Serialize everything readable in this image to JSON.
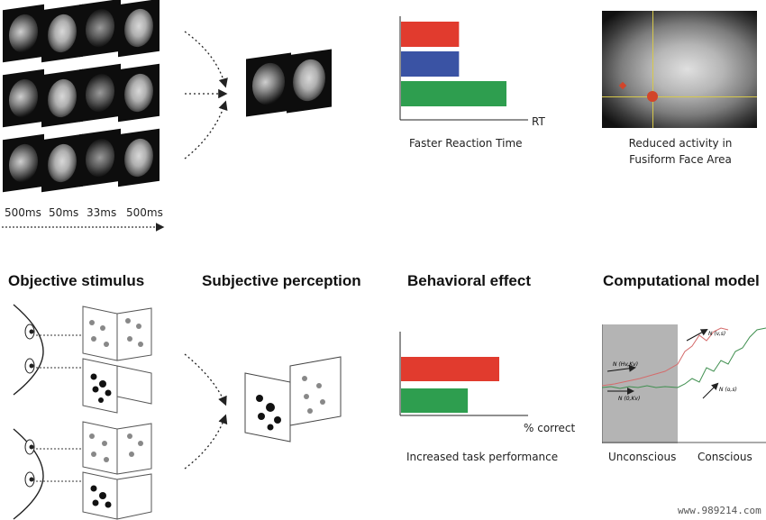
{
  "timings": [
    "500ms",
    "50ms",
    "33ms",
    "500ms"
  ],
  "rt_chart": {
    "type": "bar",
    "orientation": "horizontal",
    "categories": [
      "red",
      "blue",
      "green"
    ],
    "values": [
      0.55,
      0.55,
      1.0
    ],
    "colors": [
      "#e13b2e",
      "#3a53a4",
      "#2e9e4f"
    ],
    "axis_label": "RT",
    "caption": "Faster Reaction Time"
  },
  "fmri": {
    "caption_line1": "Reduced activity in",
    "caption_line2": "Fusiform Face Area"
  },
  "sections": {
    "objective": "Objective stimulus",
    "subjective": "Subjective perception",
    "behavioral": "Behavioral effect",
    "computational": "Computational model"
  },
  "task_chart": {
    "type": "bar",
    "orientation": "horizontal",
    "categories": [
      "red",
      "green"
    ],
    "values": [
      1.0,
      0.68
    ],
    "colors": [
      "#e13b2e",
      "#2e9e4f"
    ],
    "axis_label": "% correct",
    "caption": "Increased task performance"
  },
  "model": {
    "labels": {
      "n_hv": "N (Hv,Kv)",
      "n_0k": "N (0,Kv)",
      "n_vs": "N (v,s)",
      "n_os": "N (o,s)"
    },
    "unconscious": "Unconscious",
    "conscious": "Conscious"
  },
  "watermark": "www.989214.com"
}
